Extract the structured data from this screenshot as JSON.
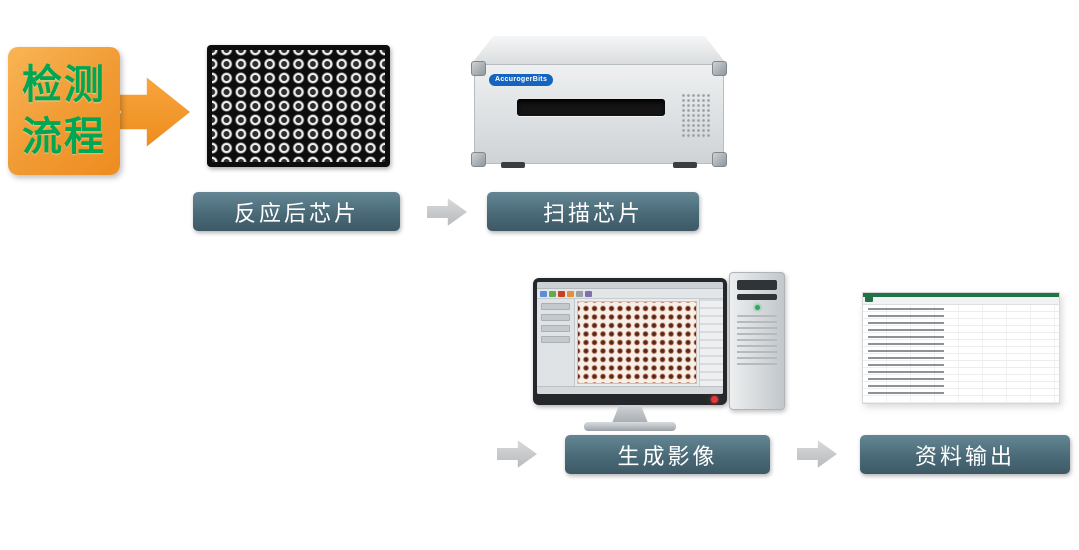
{
  "badge": {
    "line1": "检测",
    "line2": "流程"
  },
  "flow": {
    "steps": [
      {
        "label": "反应后芯片"
      },
      {
        "label": "扫描芯片"
      },
      {
        "label": "生成影像"
      },
      {
        "label": "资料输出"
      }
    ]
  },
  "scanner": {
    "brand_label": "AccurogerBits"
  },
  "colors": {
    "badge_text_green": "#00a651",
    "badge_orange_from": "#f9b455",
    "badge_orange_to": "#ee8c1f",
    "step_bar_slate": "#4a6a77",
    "flow_arrow_gray": "#c7cacc",
    "spreadsheet_green": "#217346",
    "scanner_brand_blue": "#1565c0",
    "power_led_red": "#e53935",
    "tower_led_green": "#27ae60"
  }
}
